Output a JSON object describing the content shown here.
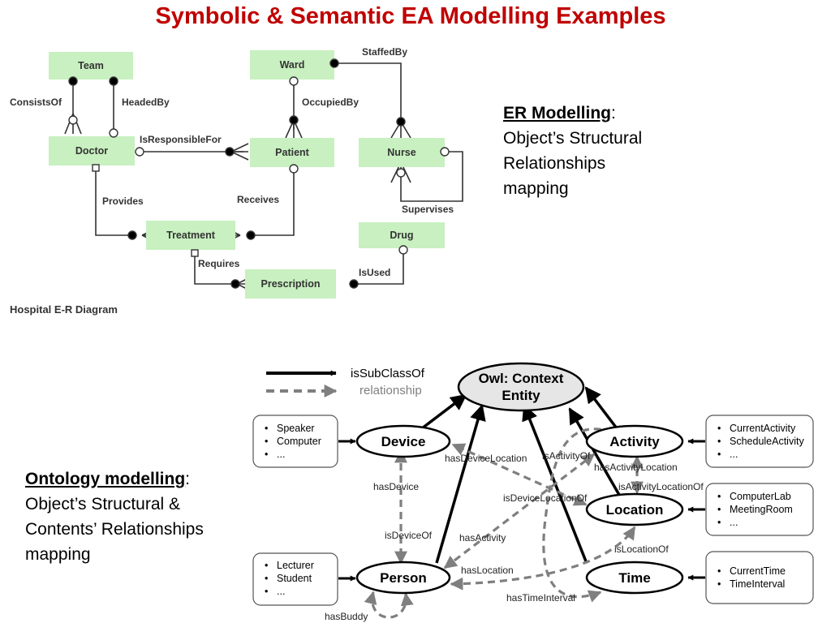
{
  "title": "Symbolic & Semantic EA Modelling Examples",
  "er_text": {
    "heading": "ER Modelling",
    "colon": ":",
    "lines": [
      "Object’s Structural",
      "Relationships",
      "mapping"
    ]
  },
  "onto_text": {
    "heading": "Ontology modelling",
    "colon": ":",
    "lines": [
      "Object’s Structural &",
      "Contents’  Relationships",
      "mapping"
    ]
  },
  "er_diagram": {
    "caption": "Hospital E-R Diagram",
    "entities": {
      "team": "Team",
      "ward": "Ward",
      "doctor": "Doctor",
      "patient": "Patient",
      "nurse": "Nurse",
      "treatment": "Treatment",
      "drug": "Drug",
      "prescription": "Prescription"
    },
    "relationships": {
      "consists_of": "ConsistsOf",
      "headed_by": "HeadedBy",
      "staffed_by": "StaffedBy",
      "occupied_by": "OccupiedBy",
      "is_responsible_for": "IsResponsibleFor",
      "provides": "Provides",
      "receives": "Receives",
      "supervises": "Supervises",
      "requires": "Requires",
      "is_used": "IsUsed"
    }
  },
  "ontology": {
    "legend": {
      "subclass": "isSubClassOf",
      "relationship": "relationship"
    },
    "root": [
      "Owl: Context",
      "Entity"
    ],
    "nodes": {
      "device": "Device",
      "activity": "Activity",
      "location": "Location",
      "person": "Person",
      "time": "Time"
    },
    "instance_boxes": {
      "device": [
        "Speaker",
        "Computer",
        "..."
      ],
      "activity": [
        "CurrentActivity",
        "ScheduleActivity",
        "..."
      ],
      "location": [
        "ComputerLab",
        "MeetingRoom",
        "..."
      ],
      "person": [
        "Lecturer",
        "Student",
        "..."
      ],
      "time": [
        "CurrentTime",
        "TimeInterval"
      ]
    },
    "relations": {
      "hasDeviceLocation": "hasDeviceLocation",
      "isActivityOf": "isActivityOf",
      "hasActivityLocation": "hasActivityLocation",
      "isActivityLocationOf": "isActivityLocationOf",
      "isDeviceLocationOf": "isDeviceLocationOf",
      "hasDevice": "hasDevice",
      "isDeviceOf": "isDeviceOf",
      "hasActivity": "hasActivity",
      "isLocationOf": "isLocationOf",
      "hasLocation": "hasLocation",
      "hasTimeInterval": "hasTimeInterval",
      "hasBuddy": "hasBuddy"
    },
    "colors": {
      "solid": "#000000",
      "dashed": "#7f7f7f",
      "root_fill": "#e6e6e6"
    }
  }
}
